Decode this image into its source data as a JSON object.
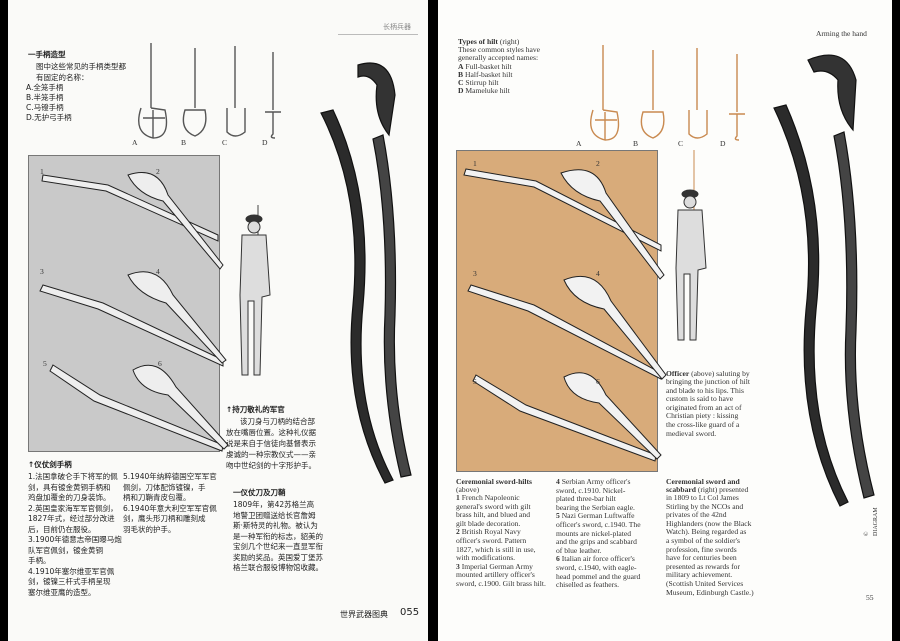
{
  "left_page": {
    "header": "长柄兵器",
    "hilt_types": {
      "title": "一手柄造型",
      "intro": "图中这些常见的手柄类型都有固定的名称：",
      "items": [
        "A.全笼手柄",
        "B.半笼手柄",
        "C.马镫手柄",
        "D.无护弓手柄"
      ]
    },
    "hilt_labels": [
      "A",
      "B",
      "C",
      "D"
    ],
    "ceremonial_hilts": {
      "title": "↑仪仗剑手柄",
      "col1": [
        "1.法国拿破仑手下将军的佩",
        "剑，具有镀金黄铜手柄和",
        "鸡盘加覆金的刀身装饰。",
        "2.英国皇家海军军官佩剑，",
        "1827年式，经过部分改进",
        "后，目前仍在服役。",
        "3.1900年德意志帝国曝马炮",
        "队军官佩剑，镀金黄铜",
        "手柄。",
        "4.1910年塞尔维亚军官佩",
        "剑，镀镍三杆式手柄呈现",
        "塞尔维亚鹰的造型。"
      ],
      "col2": [
        "5.1940年纳粹德国空军军官",
        "佩剑，刀体配饰镀镍，手",
        "柄和刀鞘青皮包覆。",
        "6.1940年意大利空军军官佩",
        "剑，鹰头形刀柄和雕刻成",
        "羽毛状的护手。"
      ]
    },
    "officer": {
      "title": "↑持刀敬礼的军官",
      "lines": [
        "该刀身与刀柄的结合部",
        "放在嘴唇位置。这种礼仪据",
        "说是来自于信徒向基督表示",
        "虔诚的一种宗教仪式——亲",
        "吻中世纪剑的十字形护手。"
      ]
    },
    "scabbard": {
      "title": "一仪仗刀及刀鞘",
      "lines": [
        "1809年，第42苏格兰高",
        "地警卫团赠送给长官詹姆",
        "斯·斯特灵的礼物。被认为",
        "是一种军衔的标志，貂美的",
        "宝剑几个世纪来一直显军衔",
        "奖励的奖品。英国爱丁堡苏",
        "格兰联合服役博物馆收藏。"
      ]
    },
    "callouts": [
      "1",
      "2",
      "3",
      "4",
      "5",
      "6"
    ],
    "footer": "世界武器图典",
    "page_number": "055"
  },
  "right_page": {
    "header": "Arming the hand",
    "hilt_types": {
      "title": "Types of hilt",
      "title_suffix": "(right)",
      "lines": [
        "These common styles have",
        "generally accepted names:"
      ],
      "items": [
        {
          "letter": "A",
          "text": "Full-basket hilt"
        },
        {
          "letter": "B",
          "text": "Half-basket hilt"
        },
        {
          "letter": "C",
          "text": "Stirrup hilt"
        },
        {
          "letter": "D",
          "text": "Mameluke hilt"
        }
      ]
    },
    "hilt_labels": [
      "A",
      "B",
      "C",
      "D"
    ],
    "officer": {
      "title": "Officer",
      "lines": [
        " (above) saluting by",
        "bringing the junction of hilt",
        "and blade to his lips. This",
        "custom is said to have",
        "originated from an act of",
        "Christian piety : kissing",
        "the cross-like guard of a",
        "medieval sword."
      ]
    },
    "ceremonial_hilts": {
      "title": "Ceremonial sword-hilts",
      "subtitle": "(above)",
      "col1": [
        {
          "n": "1",
          "text": " French Napoleonic"
        },
        {
          "n": "",
          "text": "general's sword with gilt"
        },
        {
          "n": "",
          "text": "brass hilt, and blued and"
        },
        {
          "n": "",
          "text": "gilt blade decoration."
        },
        {
          "n": "2",
          "text": " British Royal Navy"
        },
        {
          "n": "",
          "text": "officer's sword. Pattern"
        },
        {
          "n": "",
          "text": "1827, which is still in use,"
        },
        {
          "n": "",
          "text": "with modifications."
        },
        {
          "n": "3",
          "text": " Imperial German Army"
        },
        {
          "n": "",
          "text": "mounted artillery officer's"
        },
        {
          "n": "",
          "text": "sword, c.1900. Gilt brass hilt."
        }
      ],
      "col2": [
        {
          "n": "4",
          "text": " Serbian Army officer's"
        },
        {
          "n": "",
          "text": "sword, c.1910. Nickel-"
        },
        {
          "n": "",
          "text": "plated three-bar hilt"
        },
        {
          "n": "",
          "text": "bearing the Serbian eagle."
        },
        {
          "n": "5",
          "text": " Nazi German Luftwaffe"
        },
        {
          "n": "",
          "text": "officer's sword, c.1940. The"
        },
        {
          "n": "",
          "text": "mounts are nickel-plated"
        },
        {
          "n": "",
          "text": "and the grips and scabbard"
        },
        {
          "n": "",
          "text": "of blue leather."
        },
        {
          "n": "6",
          "text": " Italian air force officer's"
        },
        {
          "n": "",
          "text": "sword, c.1940, with eagle-"
        },
        {
          "n": "",
          "text": "head pommel and the guard"
        },
        {
          "n": "",
          "text": "chiselled as feathers."
        }
      ]
    },
    "scabbard": {
      "title": "Ceremonial sword and",
      "title2": "scabbard",
      "lines": [
        " (right) presented",
        "in 1809 to Lt Col James",
        "Stirling by the NCOs and",
        "privates of the 42nd",
        "Highlanders (now the Black",
        "Watch). Being regarded as",
        "a symbol of the soldier's",
        "profession, fine swords",
        "have for centuries been",
        "presented as rewards for",
        "military achievement.",
        "(Scottish United Services",
        "Museum, Edinburgh Castle.)"
      ]
    },
    "callouts": [
      "1",
      "2",
      "3",
      "4",
      "5",
      "6"
    ],
    "credit": "© DIAGRAM",
    "page_number": "55"
  },
  "colors": {
    "panel_left": "#c9c9c9",
    "panel_right": "#d8ab7a",
    "hilt_sketch_right": "#c98a50",
    "ink": "#222222"
  }
}
